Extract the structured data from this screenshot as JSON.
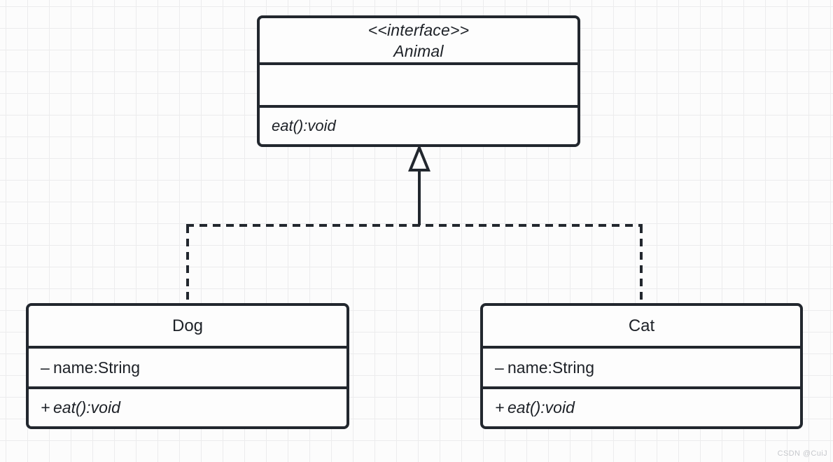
{
  "diagram": {
    "type": "uml-class-diagram",
    "relationship": {
      "kind": "realization",
      "line_style": "dashed",
      "arrow_head": "hollow-triangle",
      "from": [
        "Dog",
        "Cat"
      ],
      "to": "Animal"
    },
    "colors": {
      "stroke": "#22272e",
      "text": "#1d2127",
      "box_fill": "#fdfdfd",
      "canvas": "#fcfcfc",
      "grid_line": "#ececed",
      "watermark": "#c6c8cc"
    }
  },
  "interface_box": {
    "stereotype": "<<interface>>",
    "name": "Animal",
    "attributes": [],
    "operations": [
      {
        "text": "eat():void"
      }
    ]
  },
  "classes": [
    {
      "name": "Dog",
      "attributes": [
        {
          "visibility": "–",
          "text": "name:String"
        }
      ],
      "operations": [
        {
          "visibility": "+",
          "text": "eat():void"
        }
      ]
    },
    {
      "name": "Cat",
      "attributes": [
        {
          "visibility": "–",
          "text": "name:String"
        }
      ],
      "operations": [
        {
          "visibility": "+",
          "text": "eat():void"
        }
      ]
    }
  ],
  "watermark": {
    "text": "CSDN @CuiJ"
  }
}
